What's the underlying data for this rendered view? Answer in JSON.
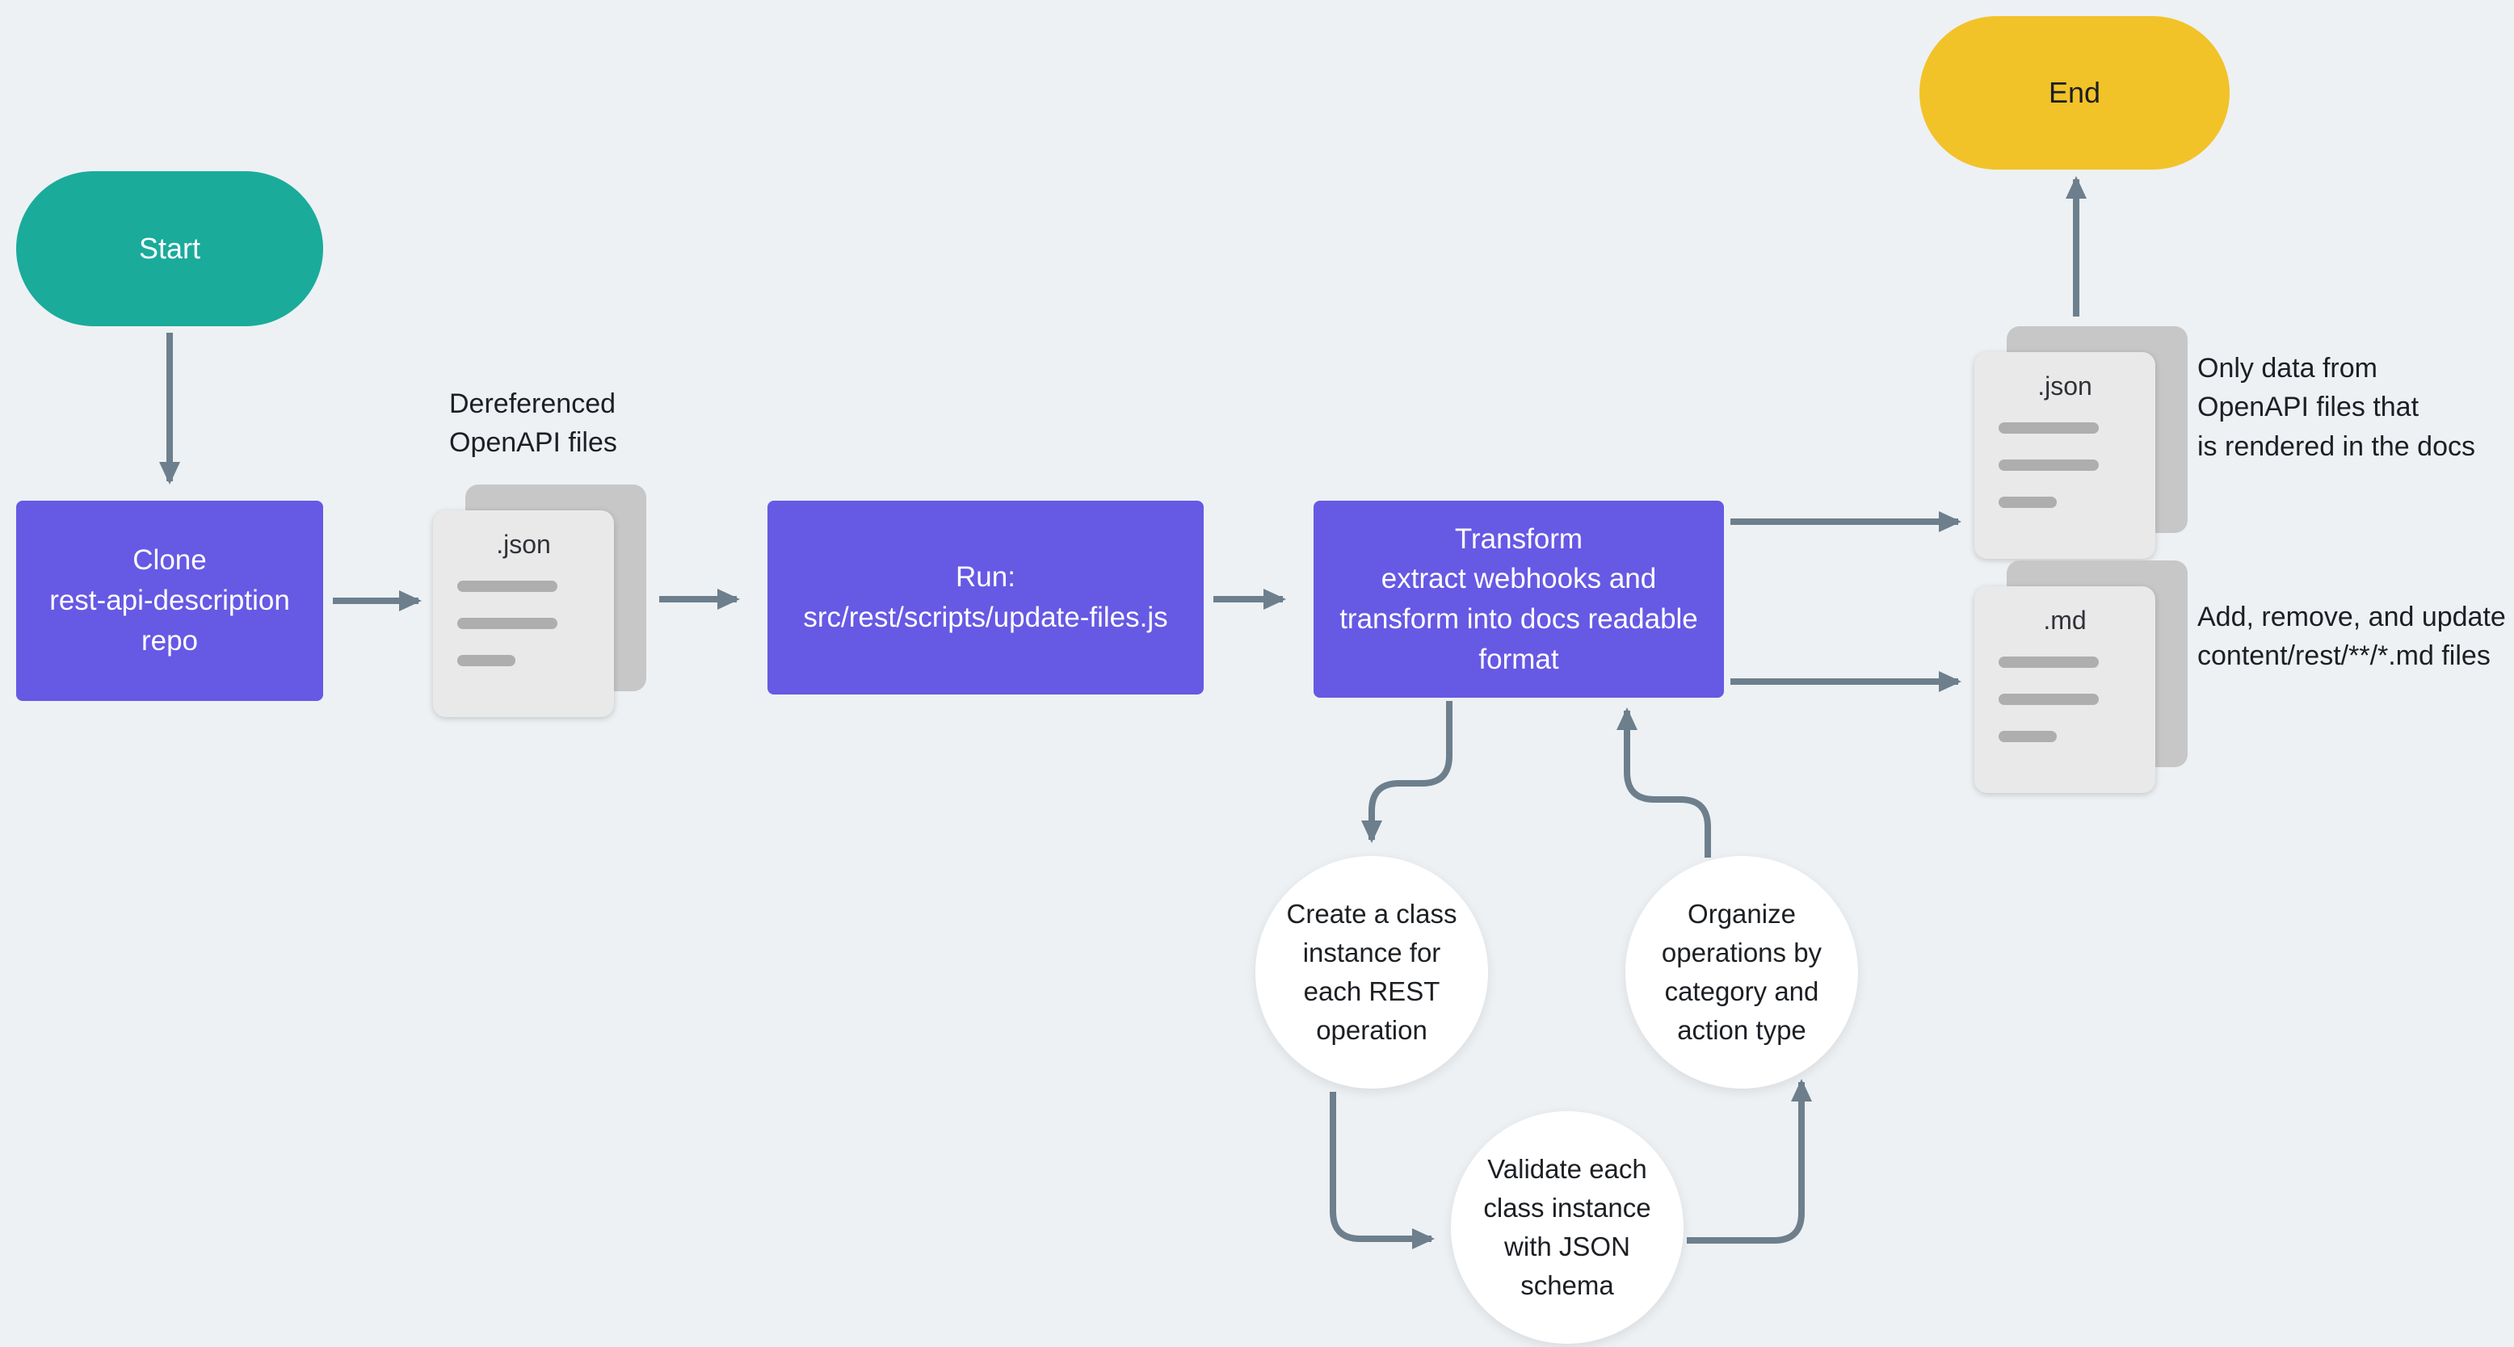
{
  "colors": {
    "bg": "#edf1f4",
    "accent-purple": "#6659e4",
    "accent-teal": "#1aab9b",
    "accent-yellow": "#f2c229",
    "arrow": "#6d7f8d",
    "text-dark": "#1c1f23",
    "text-light": "#ffffff",
    "doc-back": "#c7c7c7",
    "doc-front": "#e9e9e9",
    "doc-line": "#aeaeae"
  },
  "nodes": {
    "start": {
      "label": "Start"
    },
    "end": {
      "label": "End"
    },
    "clone": {
      "label": "Clone\nrest-api-description\nrepo"
    },
    "run": {
      "label": "Run:\nsrc/rest/scripts/update-files.js"
    },
    "transform": {
      "label": "Transform\nextract webhooks and\ntransform into docs readable\nformat"
    },
    "create_class": {
      "label": "Create a class\ninstance for\neach REST\noperation"
    },
    "validate": {
      "label": "Validate each\nclass instance\nwith JSON\nschema"
    },
    "organize": {
      "label": "Organize\noperations by\ncategory and\naction type"
    }
  },
  "documents": {
    "dereferenced": {
      "ext": ".json",
      "caption": "Dereferenced\nOpenAPI files"
    },
    "json_output": {
      "ext": ".json",
      "caption": "Only data from\nOpenAPI files that\nis rendered in the docs"
    },
    "md_output": {
      "ext": ".md",
      "caption": "Add, remove, and update\ncontent/rest/**/*.md files"
    }
  }
}
